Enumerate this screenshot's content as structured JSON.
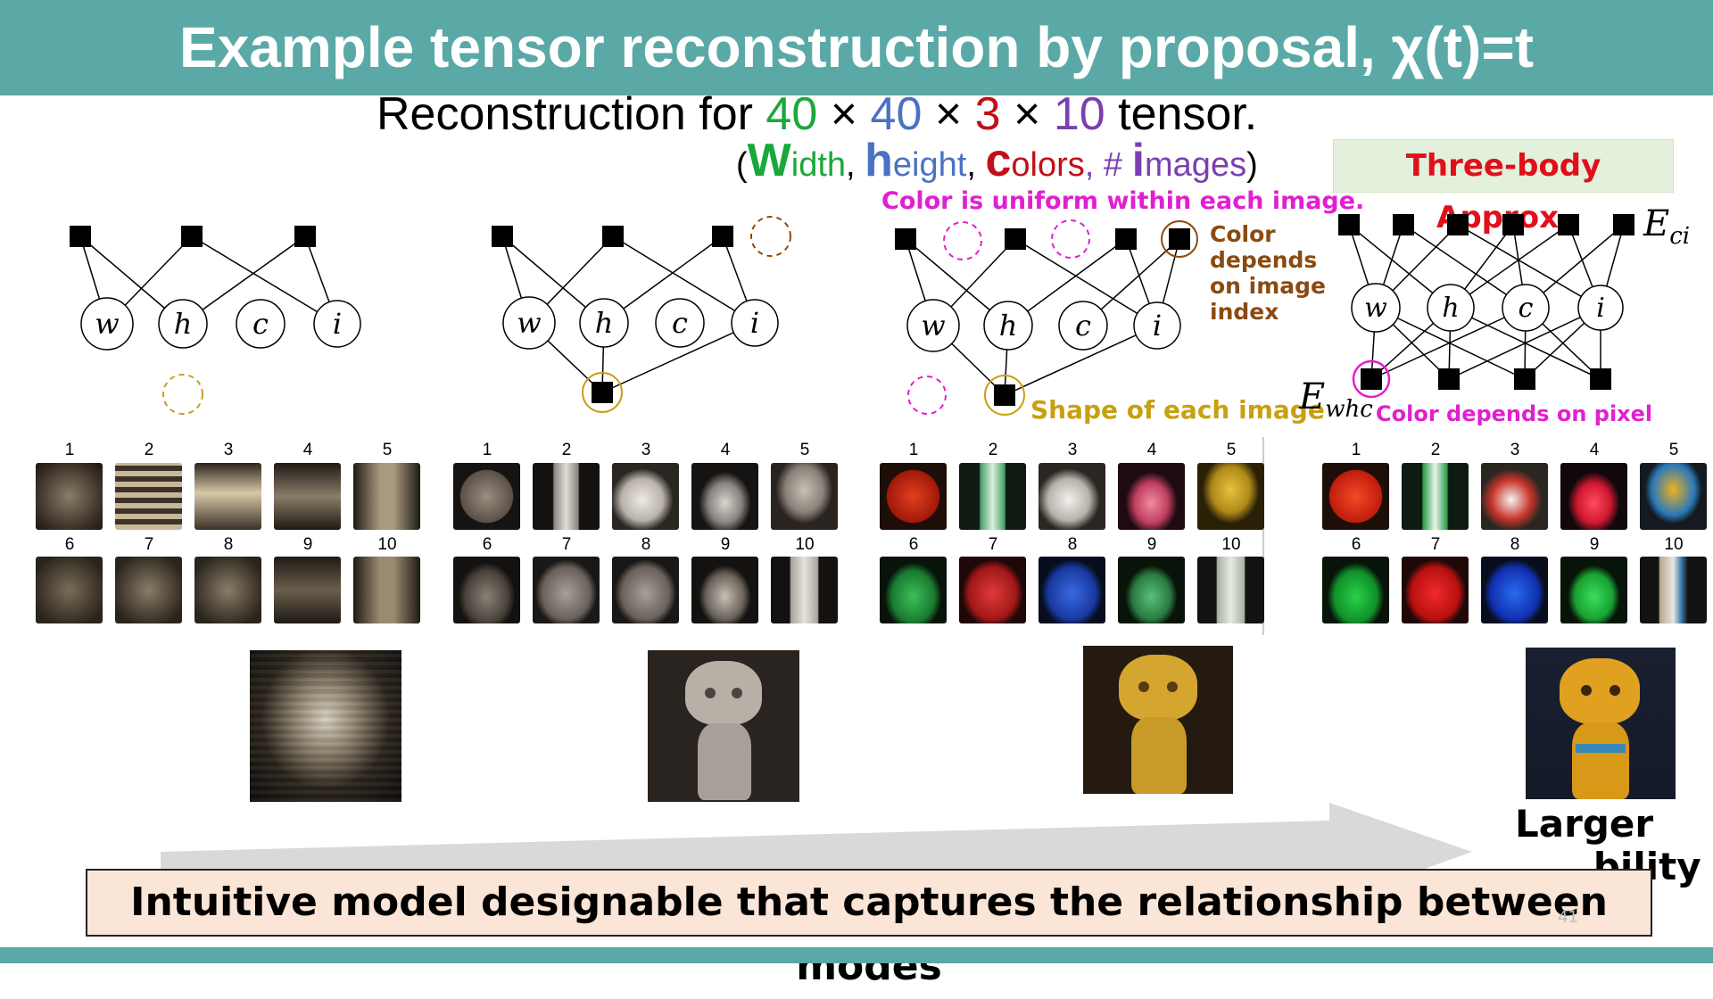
{
  "title": "Example tensor reconstruction by proposal, χ(t)=t",
  "subtitle": {
    "prefix": "Reconstruction for ",
    "w": "40",
    "x1": " × ",
    "h": "40",
    "x2": " × ",
    "c": "3",
    "x3": " × ",
    "i": "10",
    "suffix": " tensor."
  },
  "legend": {
    "open": "(",
    "w_letter": "W",
    "w_rest": "idth",
    "sep1": ", ",
    "h_letter": "h",
    "h_rest": "eight",
    "sep2": ", ",
    "c_letter": "c",
    "c_rest": "olors",
    "sep3": ", # ",
    "i_letter": "i",
    "i_rest": "mages",
    "close": ")"
  },
  "badge": "Three-body Approx.",
  "annotations": {
    "color_uniform": "Color is uniform within each image.",
    "color_depends_image": [
      "Color",
      "depends",
      "on image",
      "index"
    ],
    "shape_each_image": "Shape of each image",
    "color_depends_pixel": "Color depends on pixel",
    "e_ci": "E",
    "e_ci_sub": "ci",
    "e_whc": "E",
    "e_whc_sub": "whc"
  },
  "node_labels": [
    "w",
    "h",
    "c",
    "i"
  ],
  "image_numbers": [
    "1",
    "2",
    "3",
    "4",
    "5",
    "6",
    "7",
    "8",
    "9",
    "10"
  ],
  "conclusion": "Intuitive model designable that captures the relationship between modes",
  "larger_label": [
    "Larger",
    "...bility"
  ],
  "page_number": "41",
  "colors": {
    "teal": "#5aa9a6",
    "width_green": "#1aa83a",
    "height_blue": "#4a72c4",
    "colors_red": "#c0101a",
    "images_purple": "#7a3fb0",
    "magenta": "#e020d0",
    "brown": "#8a4a10",
    "gold": "#c8a010",
    "badge_red": "#e0101a"
  },
  "icons": [
    "factor-square-icon",
    "variable-circle-icon",
    "dashed-circle-icon",
    "progress-arrow-icon"
  ]
}
